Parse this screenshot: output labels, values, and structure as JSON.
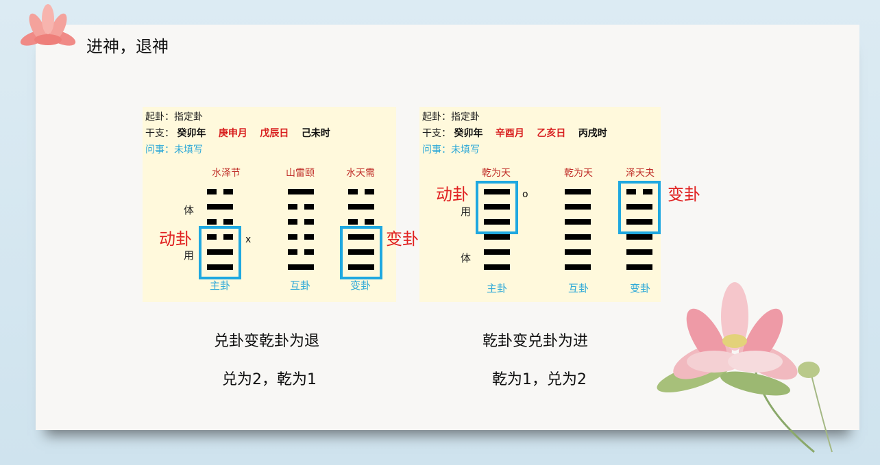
{
  "title": "进神，退神",
  "left": {
    "info": {
      "qigua_label": "起卦：",
      "qigua_value": "指定卦",
      "ganzhi_label": "干支：",
      "ganzhi": [
        "癸卯年",
        "庚申月",
        "戊辰日",
        "己未时"
      ],
      "wenshi_label": "问事：",
      "wenshi_value": "未填写"
    },
    "hex_names": [
      "水泽节",
      "山雷颐",
      "水天需"
    ],
    "hex_foot": [
      "主卦",
      "互卦",
      "变卦"
    ],
    "ti": "体",
    "yong": "用",
    "moving_mark": "x",
    "dong_gua": "动卦",
    "bian_gua": "变卦",
    "caption1": "兑卦变乾卦为退",
    "caption2": "兑为2，乾为1"
  },
  "right": {
    "info": {
      "qigua_label": "起卦：",
      "qigua_value": "指定卦",
      "ganzhi_label": "干支：",
      "ganzhi": [
        "癸卯年",
        "辛酉月",
        "乙亥日",
        "丙戌时"
      ],
      "wenshi_label": "问事：",
      "wenshi_value": "未填写"
    },
    "hex_names": [
      "乾为天",
      "乾为天",
      "泽天夬"
    ],
    "hex_foot": [
      "主卦",
      "互卦",
      "变卦"
    ],
    "ti": "体",
    "yong": "用",
    "moving_mark": "o",
    "dong_gua": "动卦",
    "bian_gua": "变卦",
    "caption1": "乾卦变兑卦为进",
    "caption2": "乾为1，兑为2"
  },
  "colors": {
    "highlight": "#1fa8e0",
    "red": "#d81e1e",
    "blue_label": "#2aa7d8",
    "card_bg": "#fff9dc"
  }
}
